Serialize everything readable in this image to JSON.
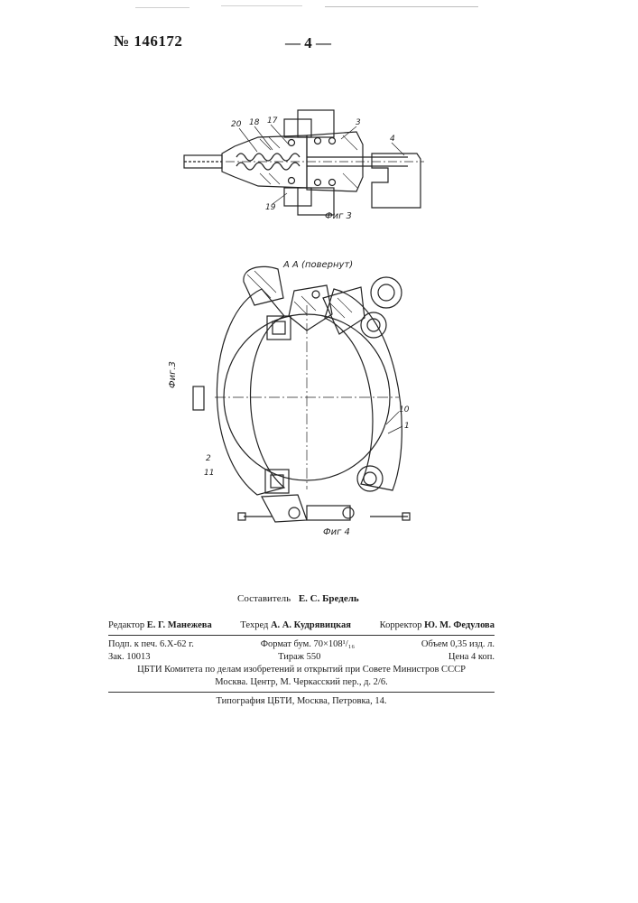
{
  "header": {
    "patent_number": "№ 146172",
    "page_number": "— 4 —"
  },
  "figure3": {
    "labels": [
      "20",
      "18",
      "17",
      "3",
      "4",
      "19"
    ],
    "caption": "Фиг 3"
  },
  "figure4": {
    "section_label": "А А (повернут)",
    "labels": [
      "10",
      "1",
      "2",
      "11"
    ],
    "side_caption": "Фиг.3",
    "caption": "Фиг 4"
  },
  "compiler": {
    "label": "Составитель",
    "name": "Е. С. Бредель"
  },
  "colophon": {
    "editor_label": "Редактор",
    "editor_name": "Е. Г. Манежева",
    "techred_label": "Техред",
    "techred_name": "А. А. Кудрявицкая",
    "corrector_label": "Корректор",
    "corrector_name": "Ю. М. Федулова",
    "signed": "Подп. к печ. 6.X-62 г.",
    "format": "Формат бум. 70×108¹/₁₆",
    "volume": "Объем 0,35 изд. л.",
    "order": "Зак. 10013",
    "circulation": "Тираж 550",
    "price": "Цена 4 коп.",
    "committee": "ЦБТИ Комитета по делам изобретений и открытий при Совете Министров СССР",
    "address": "Москва. Центр, М. Черкасский пер., д. 2/6.",
    "printer": "Типография ЦБТИ, Москва, Петровка, 14."
  }
}
